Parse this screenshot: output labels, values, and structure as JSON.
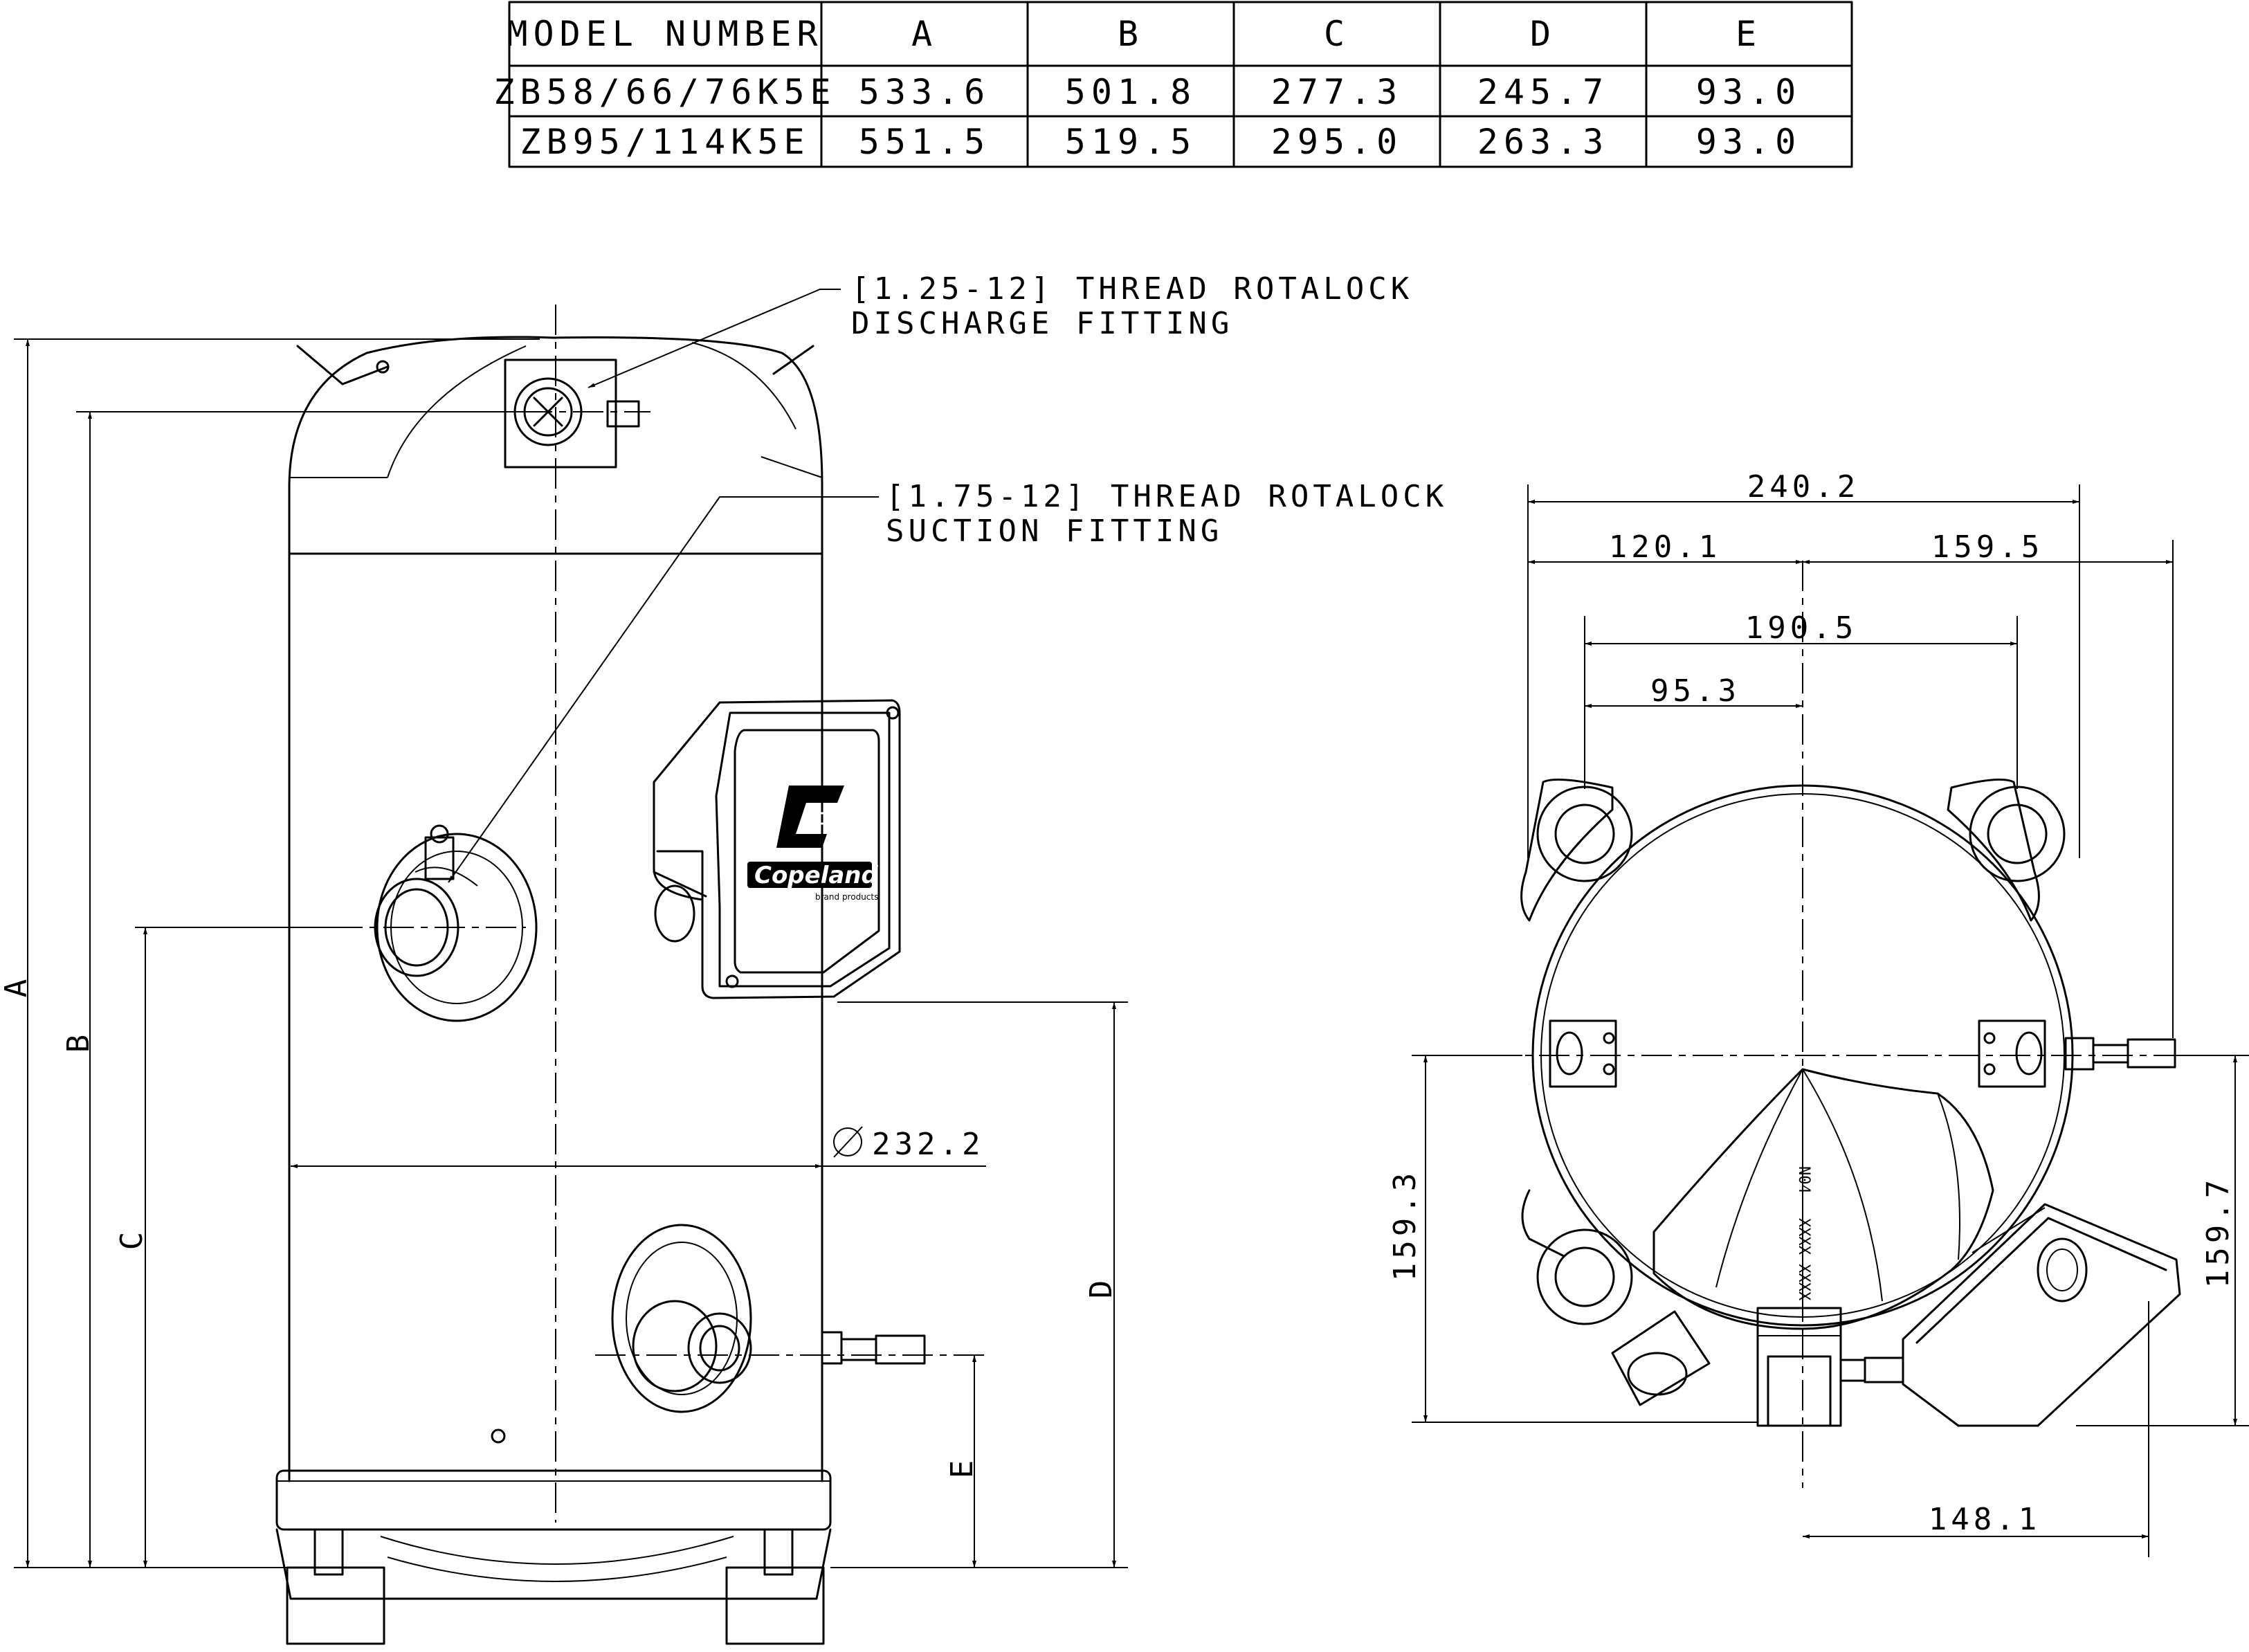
{
  "table": {
    "headers": [
      "MODEL NUMBER",
      "A",
      "B",
      "C",
      "D",
      "E"
    ],
    "rows": [
      [
        "ZB58/66/76K5E",
        "533.6",
        "501.8",
        "277.3",
        "245.7",
        "93.0"
      ],
      [
        "ZB95/114K5E",
        "551.5",
        "519.5",
        "295.0",
        "263.3",
        "93.0"
      ]
    ]
  },
  "callouts": {
    "discharge_line1": "[1.25-12] THREAD ROTALOCK",
    "discharge_line2": "DISCHARGE FITTING",
    "suction_line1": "[1.75-12] THREAD ROTALOCK",
    "suction_line2": "SUCTION FITTING"
  },
  "side_view": {
    "dim_A": "A",
    "dim_B": "B",
    "dim_C": "C",
    "dim_D": "D",
    "dim_E": "E",
    "diameter": "232.2",
    "brand": "Copeland",
    "brand_tag": "brand products"
  },
  "top_view": {
    "dim_overall_width": "240.2",
    "dim_left_half": "120.1",
    "dim_right_half": "159.5",
    "dim_foot_span": "190.5",
    "dim_foot_half": "95.3",
    "dim_left_height": "159.3",
    "dim_right_height": "159.7",
    "dim_bottom_offset": "148.1",
    "marking_line1": "N04",
    "marking_line2": "XXXX XXXX"
  }
}
